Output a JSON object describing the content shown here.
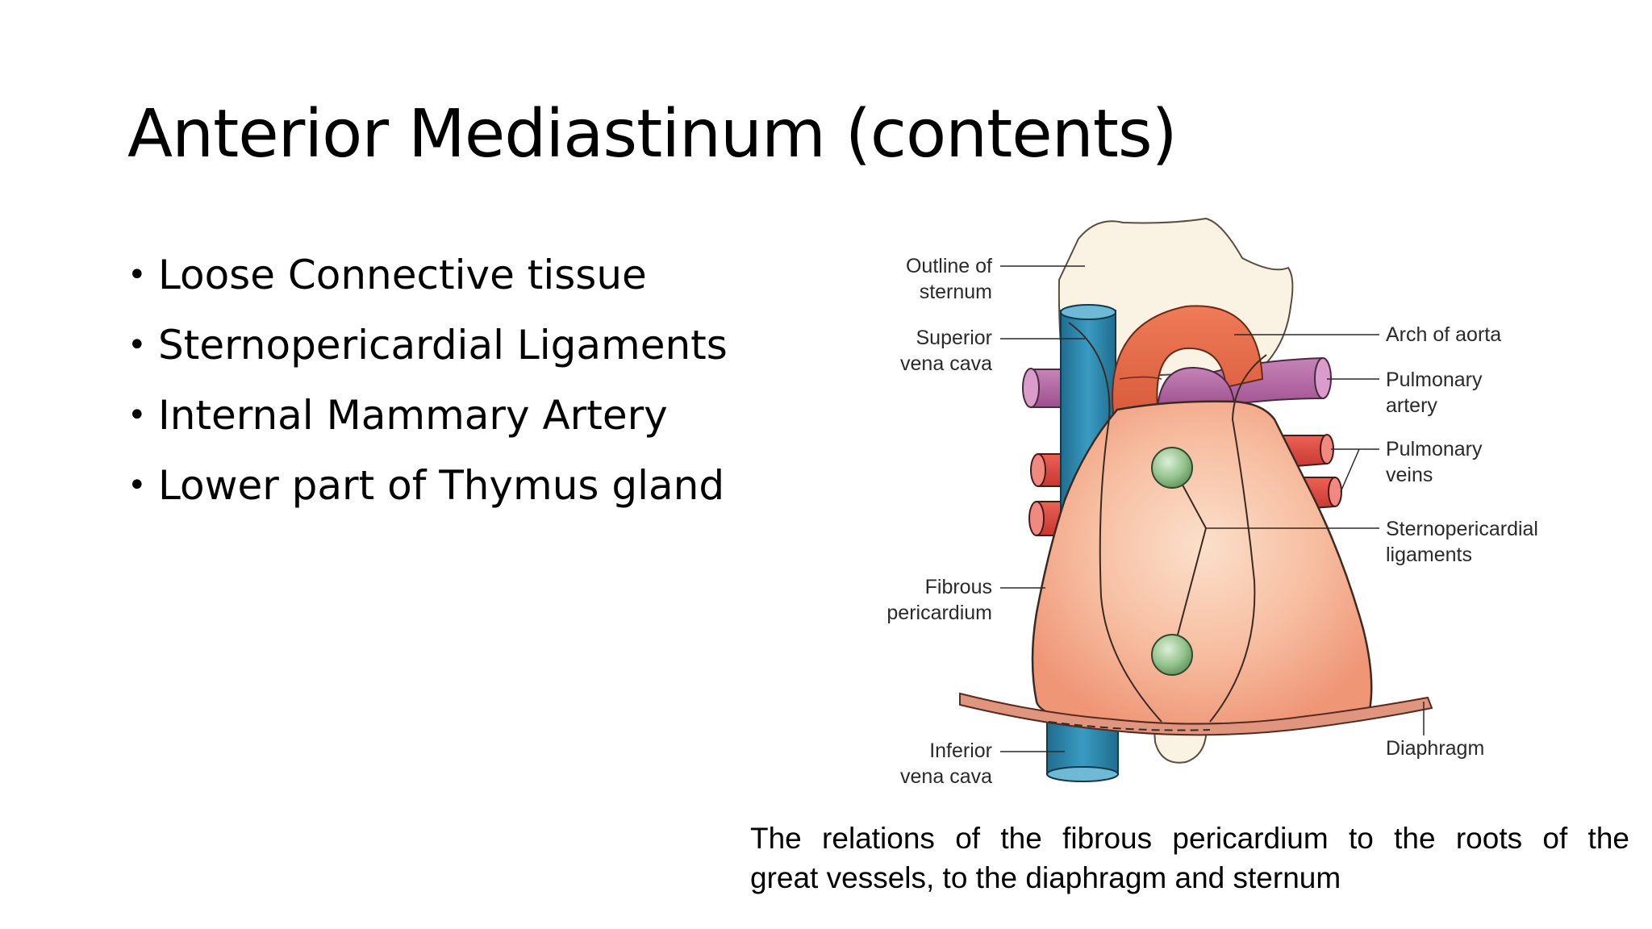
{
  "slide": {
    "title": "Anterior Mediastinum (contents)",
    "bullets": [
      "Loose Connective tissue",
      "Sternopericardial Ligaments",
      "Internal Mammary Artery",
      "Lower part of Thymus gland"
    ],
    "bullet_glyph": "•"
  },
  "figure": {
    "labels": {
      "outline_sternum_1": "Outline of",
      "outline_sternum_2": "sternum",
      "svc_1": "Superior",
      "svc_2": "vena cava",
      "fibrous_1": "Fibrous",
      "fibrous_2": "pericardium",
      "ivc_1": "Inferior",
      "ivc_2": "vena cava",
      "arch_aorta": "Arch of aorta",
      "pulm_artery_1": "Pulmonary",
      "pulm_artery_2": "artery",
      "pulm_veins_1": "Pulmonary",
      "pulm_veins_2": "veins",
      "sternoperi_1": "Sternopericardial",
      "sternoperi_2": "ligaments",
      "diaphragm": "Diaphragm"
    },
    "caption_line_1": "The relations of the fibrous pericardium to the roots of the",
    "caption_line_2": "great vessels, to the diaphragm and sternum",
    "colors": {
      "pericardium": "#f4a98a",
      "pericardium_light": "#f8cfb5",
      "sternum": "#faf3e4",
      "aorta": "#e8694a",
      "pulmonary_artery": "#b869a8",
      "pulmonary_vein": "#e04840",
      "vena_cava": "#2e86ab",
      "ligament_node": "#8fbf8a",
      "diaphragm": "#d98a70"
    }
  }
}
